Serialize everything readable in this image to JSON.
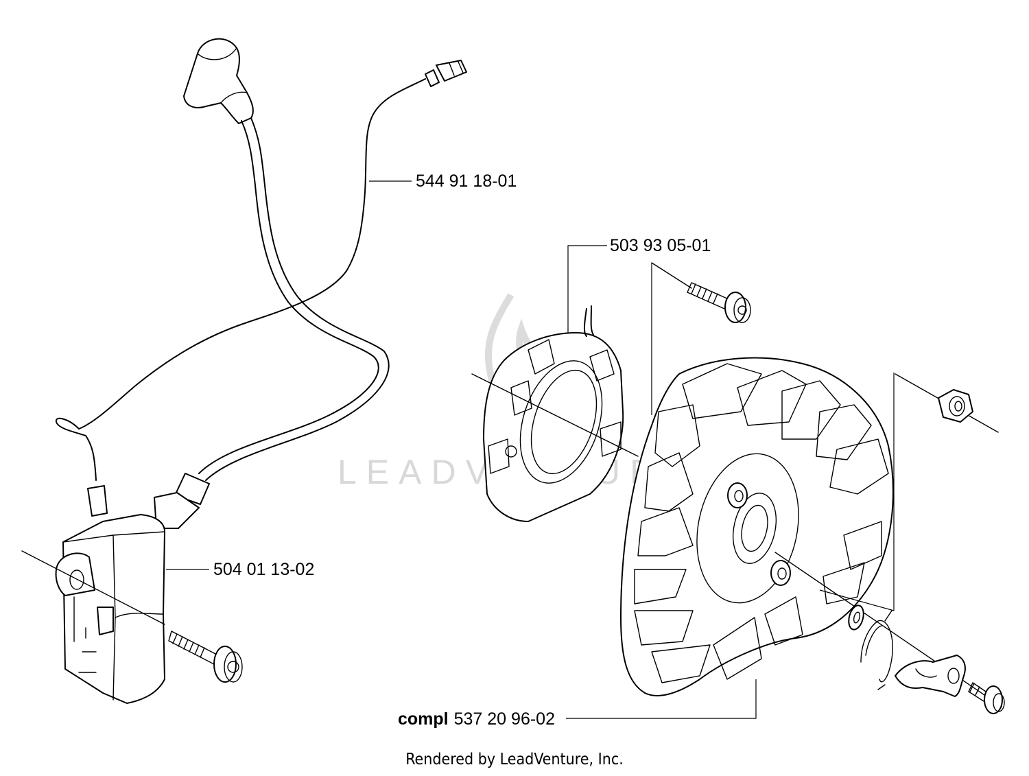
{
  "diagram": {
    "watermark": "LEADVENTURE",
    "labels": {
      "ignition_wire": "544 91 18-01",
      "spacer_ring": "503 93 05-01",
      "ignition_module": "504 01 13-02",
      "flywheel_prefix": "compl",
      "flywheel_number": "537 20 96-02"
    }
  },
  "footer": {
    "text": "Rendered by LeadVenture, Inc."
  }
}
